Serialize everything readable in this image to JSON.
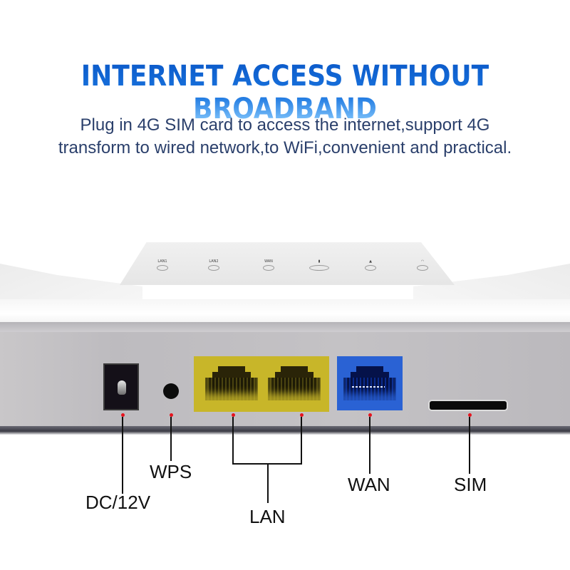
{
  "headline": "INTERNET ACCESS WITHOUT BROADBAND",
  "subtitle": {
    "line1": "Plug in 4G SIM card to access the internet,support 4G",
    "line2": "transform to wired network,to WiFi,convenient and practical."
  },
  "colors": {
    "headline_top": "#0a58c8",
    "headline_bottom": "#8fd0ff",
    "subtitle": "#2a3f6b",
    "lan_port_housing": "#c8b629",
    "wan_port_housing": "#2a62d4",
    "callout_dot": "#e6141e"
  },
  "device": {
    "led_indicators": [
      {
        "label": "LAN1",
        "icon": "lan-indicator"
      },
      {
        "label": "LAN2",
        "icon": "lan-indicator"
      },
      {
        "label": "WAN",
        "icon": "wan-indicator"
      },
      {
        "label": "",
        "icon": "signal-indicator"
      },
      {
        "label": "",
        "icon": "warning-indicator"
      },
      {
        "label": "",
        "icon": "wifi-indicator"
      }
    ],
    "ports": [
      {
        "id": "dc",
        "label": "DC/12V"
      },
      {
        "id": "wps",
        "label": "WPS"
      },
      {
        "id": "lan",
        "label": "LAN"
      },
      {
        "id": "wan",
        "label": "WAN"
      },
      {
        "id": "sim",
        "label": "SIM"
      }
    ]
  }
}
